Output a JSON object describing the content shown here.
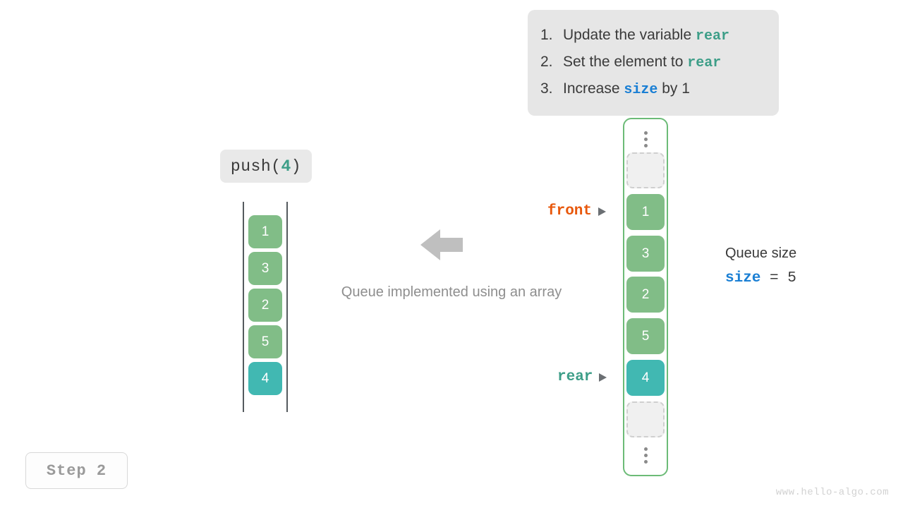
{
  "title": "Queue push operation — array implementation",
  "colors": {
    "green": "#81bd87",
    "teal": "#41b8b2",
    "container_border": "#6cbb77",
    "front_accent": "#e8580c",
    "rear_accent": "#3d9e88",
    "size_accent": "#1a7fd4",
    "card_bg": "#e6e6e6",
    "muted_text": "#8e8e8e"
  },
  "instructions": {
    "items": [
      {
        "num": "1.",
        "before": "Update the variable ",
        "var": "rear",
        "var_kind": "rear",
        "after": ""
      },
      {
        "num": "2.",
        "before": "Set the element to ",
        "var": "rear",
        "var_kind": "rear",
        "after": ""
      },
      {
        "num": "3.",
        "before": "Increase ",
        "var": "size",
        "var_kind": "size",
        "after": " by 1"
      }
    ]
  },
  "push_label": {
    "prefix": "push(",
    "arg": "4",
    "suffix": ")"
  },
  "left_array": {
    "cells": [
      {
        "value": "1",
        "kind": "green"
      },
      {
        "value": "3",
        "kind": "green"
      },
      {
        "value": "2",
        "kind": "green"
      },
      {
        "value": "5",
        "kind": "green"
      },
      {
        "value": "4",
        "kind": "teal"
      }
    ]
  },
  "center": {
    "caption": "Queue implemented using an array",
    "arrow_direction": "left"
  },
  "right_array": {
    "ellipsis_top": "⋮",
    "ellipsis_bottom": "⋮",
    "cells": [
      {
        "value": "",
        "kind": "empty"
      },
      {
        "value": "1",
        "kind": "green"
      },
      {
        "value": "3",
        "kind": "green"
      },
      {
        "value": "2",
        "kind": "green"
      },
      {
        "value": "5",
        "kind": "green"
      },
      {
        "value": "4",
        "kind": "teal"
      },
      {
        "value": "",
        "kind": "empty"
      }
    ]
  },
  "pointers": {
    "front": {
      "label": "front",
      "target_value": "1"
    },
    "rear": {
      "label": "rear",
      "target_value": "4"
    }
  },
  "queue_size": {
    "title": "Queue size",
    "name": "size",
    "operator": "=",
    "value": "5"
  },
  "step": {
    "label": "Step 2"
  },
  "watermark": {
    "text": "www.hello-algo.com"
  }
}
